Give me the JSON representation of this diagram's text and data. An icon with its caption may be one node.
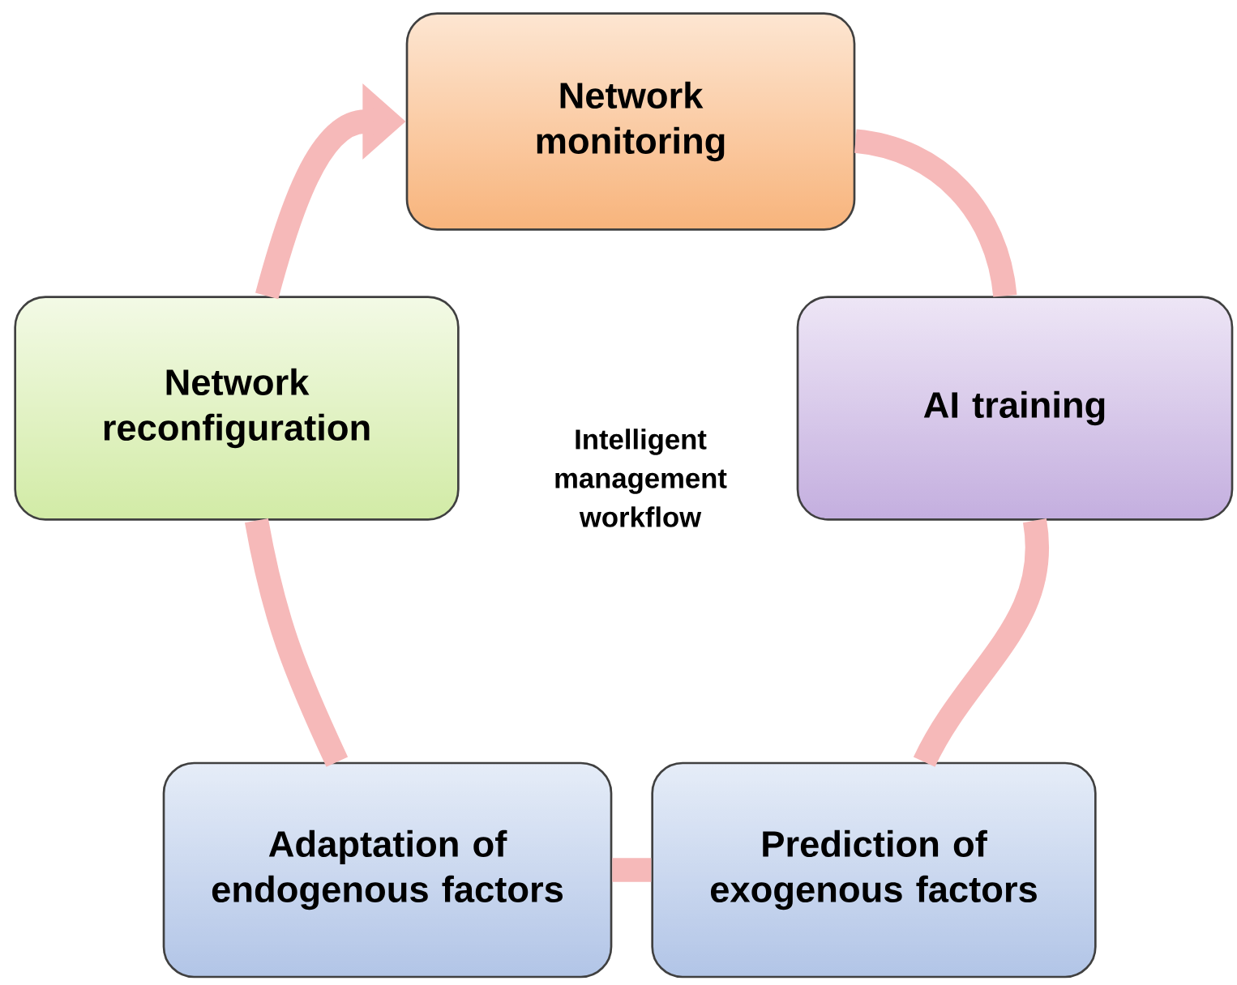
{
  "diagram": {
    "nodes": [
      {
        "text": [
          "Network monitoring"
        ]
      },
      {
        "text": [
          "AI training"
        ]
      },
      {
        "text": [
          "Prediction of exogenous factors"
        ]
      },
      {
        "text": [
          "Adaptation of endogenous factors"
        ]
      },
      {
        "text": [
          "Network reconfiguration"
        ]
      }
    ],
    "edges": [
      {
        "from": 0,
        "to": 1,
        "arrow": "none"
      },
      {
        "from": 1,
        "to": 2,
        "arrow": "none"
      },
      {
        "from": 2,
        "to": 3,
        "arrow": "none"
      },
      {
        "from": 3,
        "to": 4,
        "arrow": "none"
      },
      {
        "from": 4,
        "to": 0,
        "arrow": "to"
      }
    ],
    "labels": [
      "Intelligent management workflow"
    ]
  }
}
